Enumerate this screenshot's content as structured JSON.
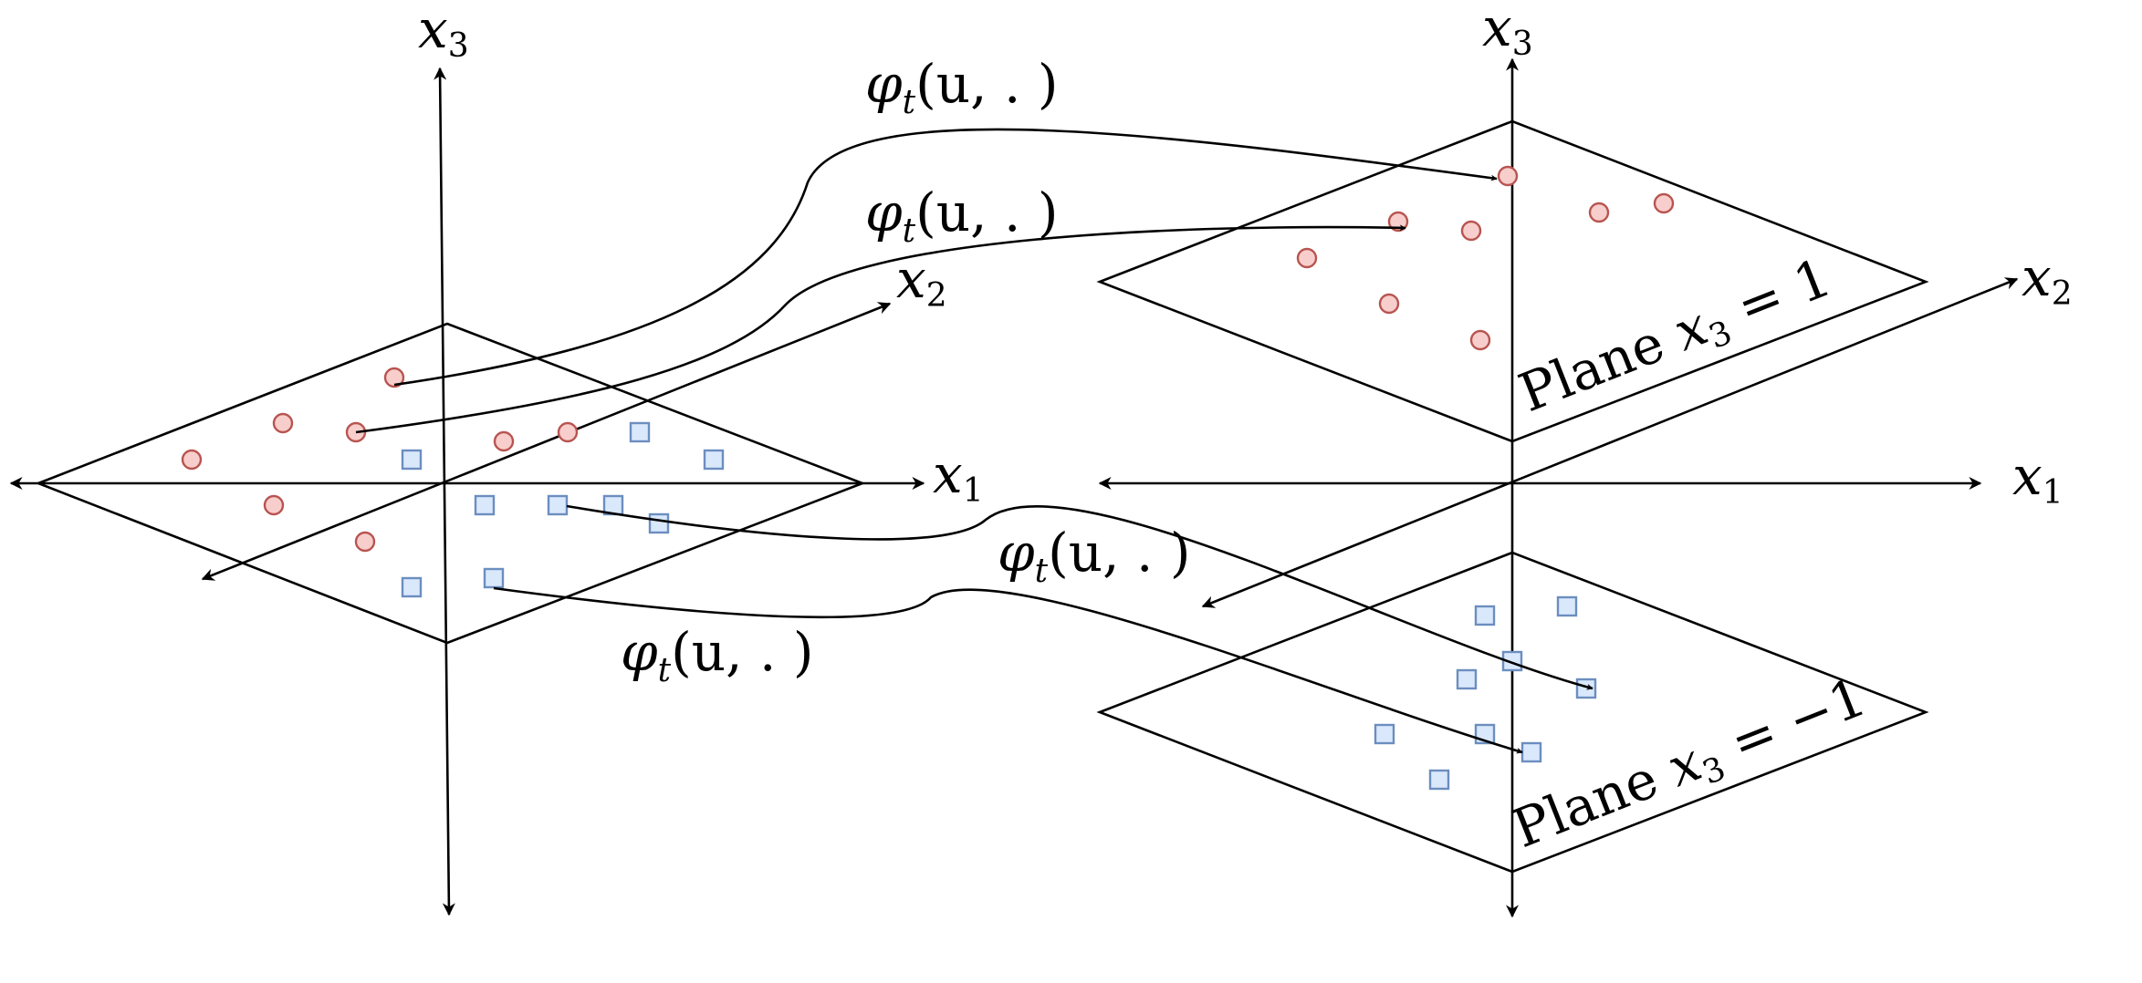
{
  "diagram": {
    "left_axes": {
      "x1": "x",
      "x1_sub": "1",
      "x2": "x",
      "x2_sub": "2",
      "x3": "x",
      "x3_sub": "3"
    },
    "right_axes": {
      "x1": "x",
      "x1_sub": "1",
      "x2": "x",
      "x2_sub": "2",
      "x3": "x",
      "x3_sub": "3"
    },
    "maps": [
      {
        "phi": "φ",
        "sub": "t",
        "args": "(u, . )"
      },
      {
        "phi": "φ",
        "sub": "t",
        "args": "(u, . )"
      },
      {
        "phi": "φ",
        "sub": "t",
        "args": "(u, . )"
      },
      {
        "phi": "φ",
        "sub": "t",
        "args": "(u, . )"
      }
    ],
    "upper_plane_label": {
      "prefix": "Plane ",
      "var": "x",
      "sub": "3",
      "rhs": " = 1"
    },
    "lower_plane_label": {
      "prefix": "Plane ",
      "var": "x",
      "sub": "3",
      "rhs": " = −1"
    },
    "colors": {
      "circle_fill": "#f8cecc",
      "circle_stroke": "#b85450",
      "square_fill": "#dae8fc",
      "square_stroke": "#6c8ebf",
      "line": "#000000"
    }
  }
}
